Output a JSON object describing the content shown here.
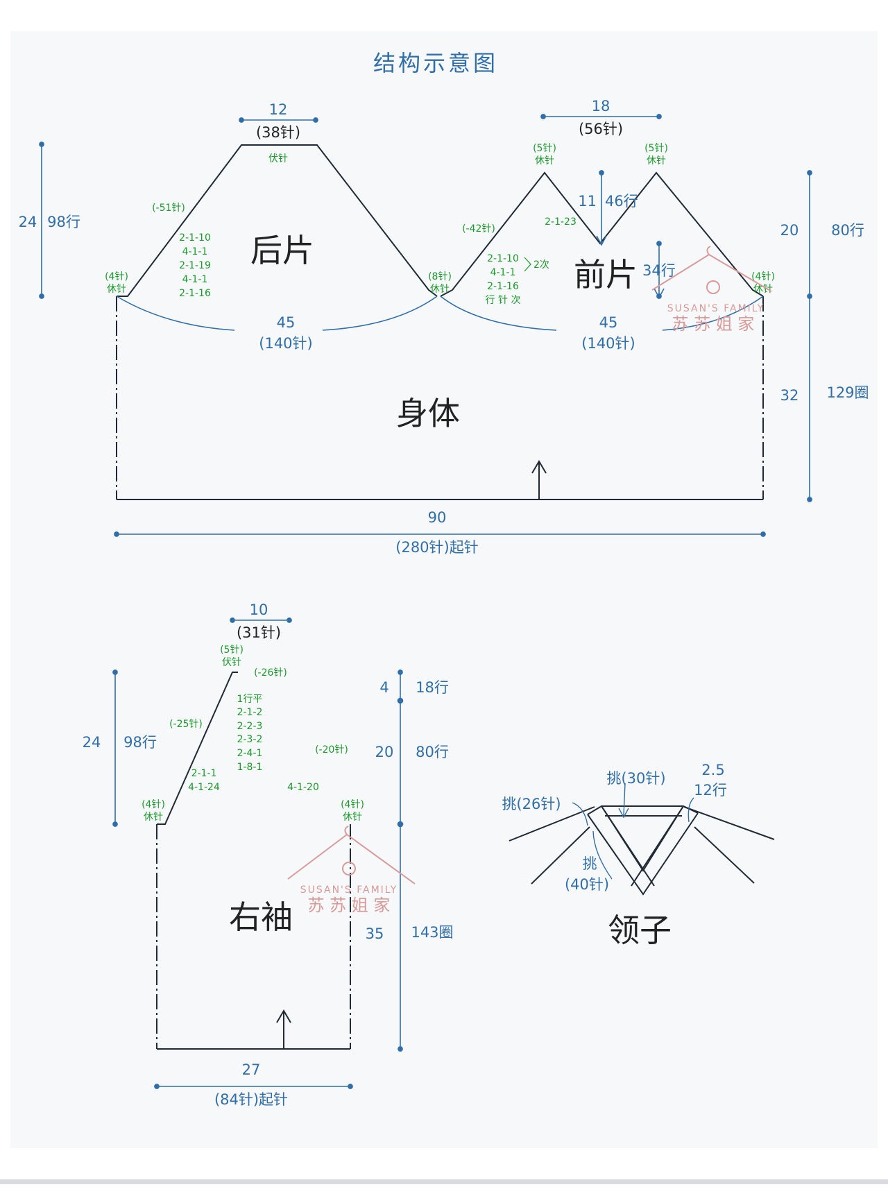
{
  "title": "结构示意图",
  "colors": {
    "outline": "#1f2a36",
    "dimension": "#2f6ea8",
    "shaping_text": "#1a9a2c",
    "watermark": "#d99a9a",
    "panel_bg": "#f7f8f9"
  },
  "watermark": {
    "en": "SUSAN'S FAMILY",
    "cn": "苏 苏 姐 家",
    "icon": "yarn-ball-hanger-icon"
  },
  "body": {
    "back_label": "后片",
    "front_label": "前片",
    "body_label": "身体",
    "back_top_cm": "12",
    "back_top_st": "(38针)",
    "back_top_bindoff": "伏针",
    "back_left_dec": "(-51针)",
    "back_shaping": [
      "2-1-10",
      "4-1-1",
      "2-1-19",
      "4-1-1",
      "2-1-16"
    ],
    "left_hold_st": "(4针)",
    "left_hold": "休针",
    "mid_hold_st": "(8针)",
    "mid_hold": "休针",
    "right_hold_st": "(4针)",
    "right_hold": "休针",
    "front_width_cm": "18",
    "front_width_st": "(56针)",
    "peak_left_st": "(5针)",
    "peak_left": "休针",
    "peak_right_st": "(5针)",
    "peak_right": "休针",
    "v_depth_cm": "11",
    "v_depth_rows": "46行",
    "v_rate": "2-1-23",
    "front_left_dec": "(-42针)",
    "front_shaping": [
      "2-1-10",
      "4-1-1",
      "2-1-16"
    ],
    "front_shaping_header": "行 针 次",
    "front_repeat": "2次",
    "raglan_left_cm": "24",
    "raglan_left_rows": "98行",
    "neck_to_under_rows": "34行",
    "raglan_right_cm": "20",
    "raglan_right_rows": "80行",
    "body_len_cm": "32",
    "body_len_rounds": "129圈",
    "back_width_cm": "45",
    "back_width_st": "(140针)",
    "front_body_cm": "45",
    "front_body_st": "(140针)",
    "hem_cm": "90",
    "hem_st": "(280针)起针"
  },
  "sleeve": {
    "label": "右袖",
    "top_cm": "10",
    "top_st": "(31针)",
    "top_bindoff_st": "(5针)",
    "top_bindoff": "伏针",
    "top_right_dec": "(-26针)",
    "top_shaping": [
      "1行平",
      "2-1-2",
      "2-2-3",
      "2-3-2",
      "2-4-1",
      "1-8-1"
    ],
    "left_dec": "(-25针)",
    "left_shaping": [
      "2-1-1",
      "4-1-24"
    ],
    "right_dec": "(-20针)",
    "right_shaping": "4-1-20",
    "left_hold_st": "(4针)",
    "left_hold": "休针",
    "right_hold_st": "(4针)",
    "right_hold": "休针",
    "left_cm": "24",
    "left_rows": "98行",
    "top_seg_cm": "4",
    "top_seg_rows": "18行",
    "mid_seg_cm": "20",
    "mid_seg_rows": "80行",
    "len_cm": "35",
    "len_rounds": "143圈",
    "cuff_cm": "27",
    "cuff_st": "(84针)起针"
  },
  "collar": {
    "label": "领子",
    "pick_back": "挑(30针)",
    "pick_side": "挑(26针)",
    "pick_front_1": "挑",
    "pick_front_2": "(40针)",
    "height_cm": "2.5",
    "height_rows": "12行"
  }
}
